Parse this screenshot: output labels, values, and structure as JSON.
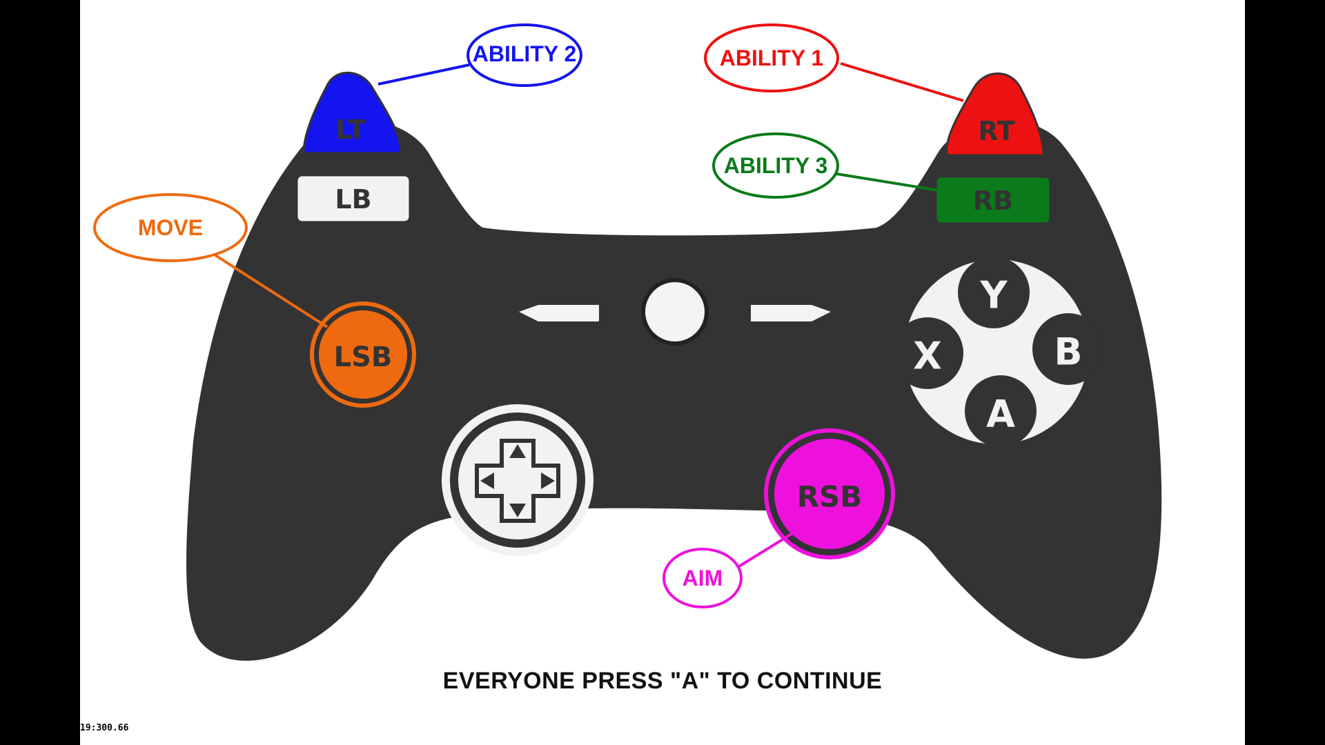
{
  "screen": {
    "background_color": "#000000",
    "panel_color": "#ffffff",
    "controller_body_color": "#333333"
  },
  "buttons": {
    "lt": {
      "label": "LT",
      "color": "#1414ee"
    },
    "rt": {
      "label": "RT",
      "color": "#ee1111"
    },
    "lb": {
      "label": "LB",
      "color": "#f2f2f2"
    },
    "rb": {
      "label": "RB",
      "color": "#0a7a1a"
    },
    "lsb": {
      "label": "LSB",
      "color": "#ee6a10"
    },
    "rsb": {
      "label": "RSB",
      "color": "#ee11dd"
    },
    "face": {
      "y": "Y",
      "x": "X",
      "b": "B",
      "a": "A"
    },
    "dpad_icon": "dpad-arrows-icon"
  },
  "callouts": {
    "ability2": {
      "label": "ABILITY 2",
      "color": "#1414ee"
    },
    "ability1": {
      "label": "ABILITY 1",
      "color": "#ee1111"
    },
    "ability3": {
      "label": "ABILITY 3",
      "color": "#0a7a1a"
    },
    "move": {
      "label": "MOVE",
      "color": "#ee6a10"
    },
    "aim": {
      "label": "AIM",
      "color": "#ee11dd"
    }
  },
  "prompt": {
    "text": "EVERYONE PRESS \"A\" TO CONTINUE"
  },
  "debug": {
    "timer": "19:300.66"
  }
}
